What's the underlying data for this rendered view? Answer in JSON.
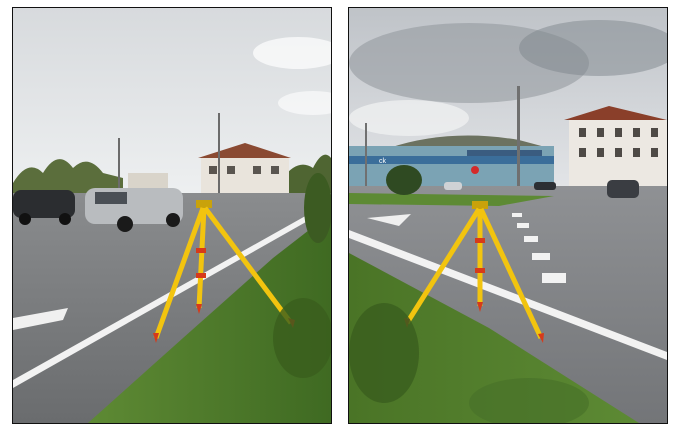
{
  "photos": [
    {
      "id": "left",
      "subject": "survey-tripod",
      "colors": {
        "sky": "#dde1e4",
        "road": "#77797b",
        "grass": "#4f7a2c",
        "tripod": "#f2c40f",
        "tip": "#d63a1a"
      }
    },
    {
      "id": "right",
      "subject": "survey-tripod",
      "colors": {
        "sky": "#c9cdd2",
        "road": "#828487",
        "grass": "#4d7a2a",
        "tripod": "#f2c40f",
        "tip": "#d63a1a"
      }
    }
  ],
  "storefront_sign": "ck"
}
